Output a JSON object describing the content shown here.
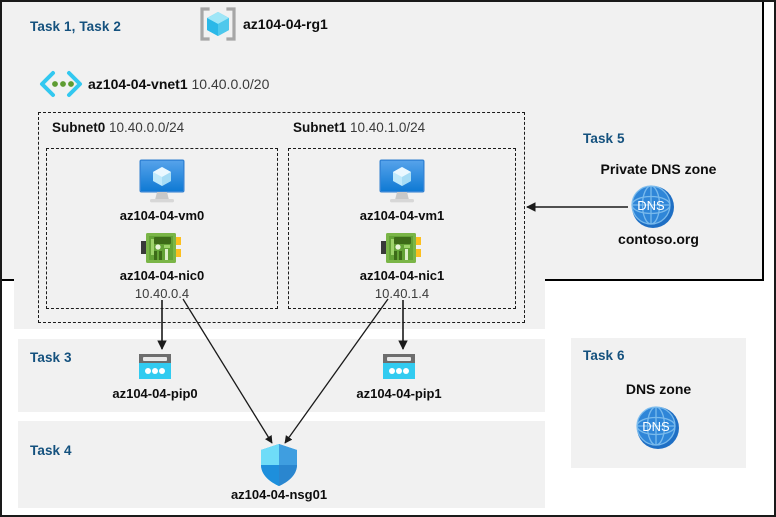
{
  "diagram": {
    "resource_group": {
      "task_label": "Task 1, Task 2",
      "name": "az104-04-rg1",
      "icon": "resource-group-icon"
    },
    "vnet": {
      "name": "az104-04-vnet1",
      "cidr": "10.40.0.0/20",
      "icon": "virtual-network-icon"
    },
    "subnets": [
      {
        "name": "Subnet0",
        "cidr": "10.40.0.0/24",
        "vm": {
          "name": "az104-04-vm0",
          "icon": "virtual-machine-icon"
        },
        "nic": {
          "name": "az104-04-nic0",
          "ip": "10.40.0.4",
          "icon": "network-interface-icon"
        }
      },
      {
        "name": "Subnet1",
        "cidr": "10.40.1.0/24",
        "vm": {
          "name": "az104-04-vm1",
          "icon": "virtual-machine-icon"
        },
        "nic": {
          "name": "az104-04-nic1",
          "ip": "10.40.1.4",
          "icon": "network-interface-icon"
        }
      }
    ],
    "public_ips": {
      "task_label": "Task 3",
      "items": [
        {
          "name": "az104-04-pip0",
          "icon": "public-ip-address-icon"
        },
        {
          "name": "az104-04-pip1",
          "icon": "public-ip-address-icon"
        }
      ]
    },
    "nsg": {
      "task_label": "Task 4",
      "name": "az104-04-nsg01",
      "icon": "network-security-group-icon"
    },
    "private_dns_zone": {
      "task_label": "Task 5",
      "title": "Private DNS zone",
      "name": "contoso.org",
      "icon": "dns-zone-icon",
      "icon_text": "DNS"
    },
    "dns_zone": {
      "task_label": "Task 6",
      "title": "DNS zone",
      "icon": "dns-zone-icon",
      "icon_text": "DNS"
    },
    "colors": {
      "task_text": "#14517e",
      "panel_bg": "#f1f1f1",
      "azure_blue": "#0078d4",
      "cyan": "#32c8f0",
      "nic_green": "#5e9c32",
      "dns_blue": "#1f6fc4"
    }
  }
}
